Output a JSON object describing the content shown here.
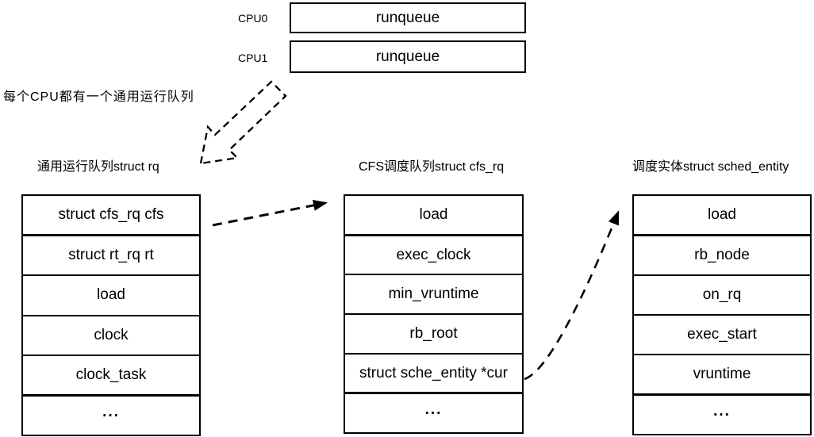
{
  "colors": {
    "line": "#000000",
    "background": "#ffffff",
    "text": "#000000"
  },
  "cpu_section": {
    "rows": [
      {
        "cpu_label": "CPU0",
        "box_label": "runqueue"
      },
      {
        "cpu_label": "CPU1",
        "box_label": "runqueue"
      }
    ],
    "caption": "每个CPU都有一个通用运行队列"
  },
  "tables": [
    {
      "title": "通用运行队列struct rq",
      "rows": [
        "struct cfs_rq cfs",
        "struct rt_rq rt",
        "load",
        "clock",
        "clock_task",
        "..."
      ]
    },
    {
      "title": "CFS调度队列struct cfs_rq",
      "rows": [
        "load",
        "exec_clock",
        "min_vruntime",
        "rb_root",
        "struct sche_entity *cur",
        "..."
      ]
    },
    {
      "title": "调度实体struct sched_entity",
      "rows": [
        "load",
        "rb_node",
        "on_rq",
        "exec_start",
        "vruntime",
        "..."
      ]
    }
  ],
  "arrows": {
    "cpu_to_rq": "dashed-hollow-block-arrow",
    "cfs_field_to_cfs_rq": "dashed-arrow-solid-head",
    "cur_field_to_sched_entity": "dashed-arrow-solid-head"
  }
}
